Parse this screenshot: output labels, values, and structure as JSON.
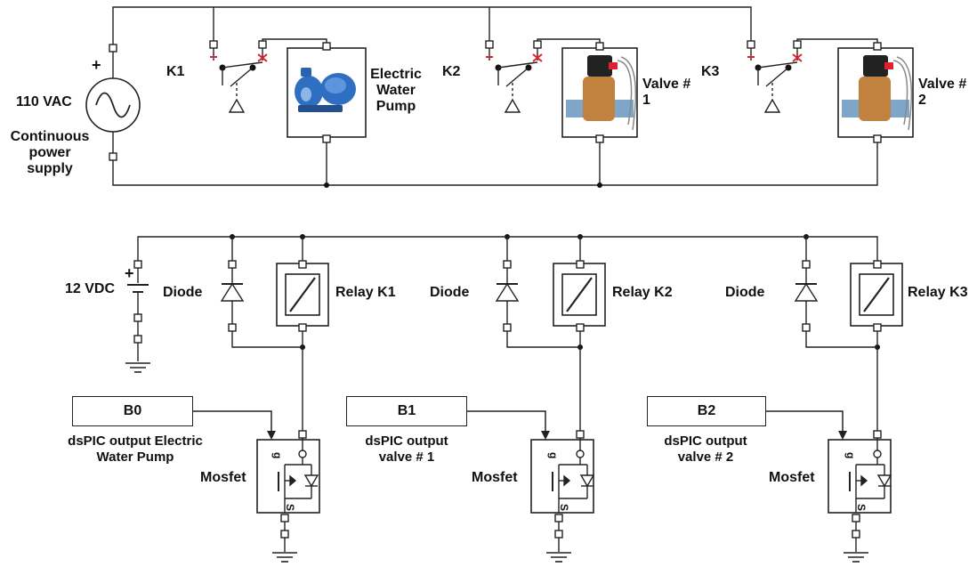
{
  "supply": {
    "ac_label": "110 VAC",
    "plus": "+",
    "ac_caption": "Continuous power supply"
  },
  "switches": [
    "K1",
    "K2",
    "K3"
  ],
  "loads": [
    {
      "label": "Electric Water Pump",
      "picture": "water-pump"
    },
    {
      "label": "Valve # 1",
      "picture": "solenoid-valve"
    },
    {
      "label": "Valve # 2",
      "picture": "solenoid-valve"
    }
  ],
  "dc": {
    "label": "12 VDC",
    "plus": "+"
  },
  "stages": [
    {
      "diode": "Diode",
      "relay": "Relay K1",
      "input": "B0",
      "input_caption": "dsPIC output Electric Water Pump",
      "mosfet": "Mosfet",
      "gate": "g",
      "source": "S"
    },
    {
      "diode": "Diode",
      "relay": "Relay K2",
      "input": "B1",
      "input_caption": "dsPIC output valve # 1",
      "mosfet": "Mosfet",
      "gate": "g",
      "source": "S"
    },
    {
      "diode": "Diode",
      "relay": "Relay K3",
      "input": "B2",
      "input_caption": "dsPIC output valve # 2",
      "mosfet": "Mosfet",
      "gate": "g",
      "source": "S"
    }
  ],
  "colors": {
    "wire": "#222222",
    "contact_red": "#e0202a",
    "pump_blue": "#2f6fc2",
    "valve_brass": "#c0823e",
    "pipe_blue": "#7fa6c9"
  }
}
